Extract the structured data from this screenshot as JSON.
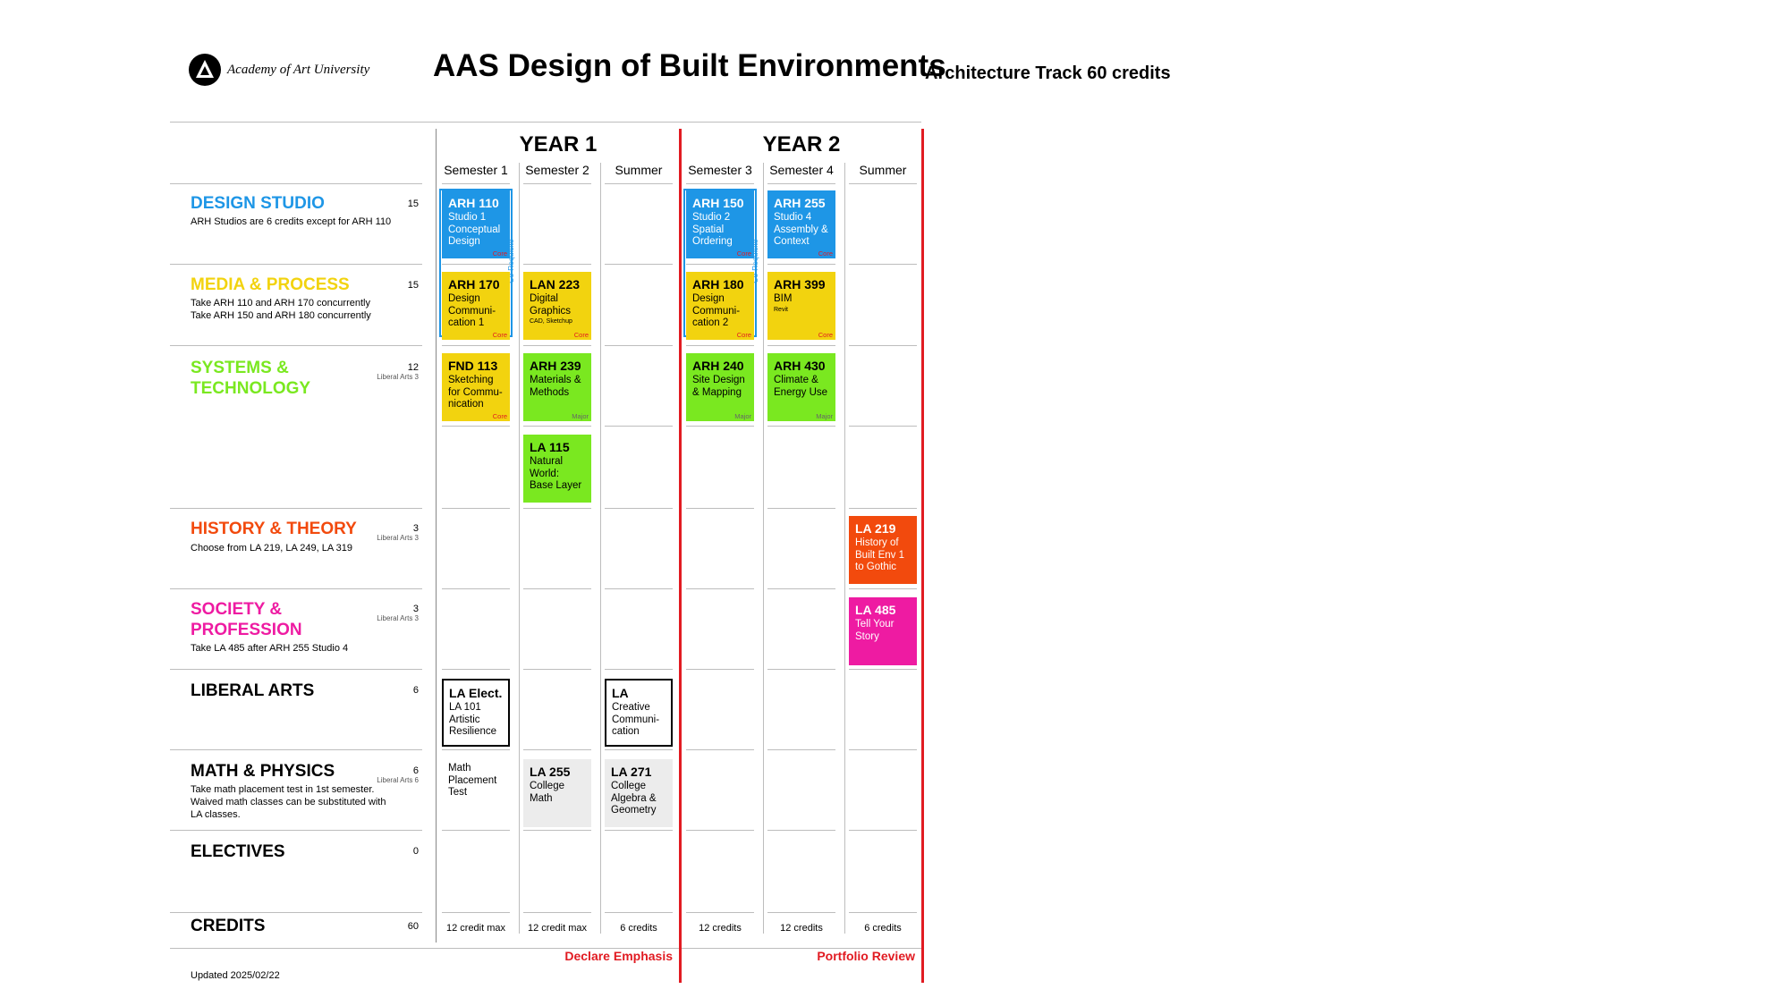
{
  "header": {
    "logo_text": "Academy of Art University",
    "title": "AAS Design of Built Environments",
    "subtitle": "Architecture Track 60 credits"
  },
  "years": [
    "YEAR 1",
    "YEAR 2"
  ],
  "columns": [
    "Semester 1",
    "Semester 2",
    "Summer",
    "Semester 3",
    "Semester 4",
    "Summer"
  ],
  "categories": [
    {
      "name": "DESIGN STUDIO",
      "color": "#1e96e6",
      "credits": "15",
      "note": "ARH Studios are 6 credits except for ARH 110",
      "la": ""
    },
    {
      "name": "MEDIA & PROCESS",
      "color": "#f2d30f",
      "credits": "15",
      "note": "Take ARH 110 and ARH 170 concurrently\nTake ARH 150 and ARH 180 concurrently",
      "la": ""
    },
    {
      "name": "SYSTEMS &\nTECHNOLOGY",
      "color": "#7ae820",
      "credits": "12",
      "note": "",
      "la": "Liberal Arts 3"
    },
    {
      "name": "HISTORY & THEORY",
      "color": "#f24a0d",
      "credits": "3",
      "note": "Choose from LA 219, LA 249, LA 319",
      "la": "Liberal Arts 3"
    },
    {
      "name": "SOCIETY &\nPROFESSION",
      "color": "#ee1ba2",
      "credits": "3",
      "note": "Take LA 485 after ARH 255 Studio 4",
      "la": "Liberal Arts 3"
    },
    {
      "name": "LIBERAL ARTS",
      "color": "#000000",
      "credits": "6",
      "note": "",
      "la": ""
    },
    {
      "name": "MATH & PHYSICS",
      "color": "#000000",
      "credits": "6",
      "note": "Take math placement test in 1st semester.\nWaived math classes can be substituted with\nLA classes.",
      "la": "Liberal Arts 6"
    },
    {
      "name": "ELECTIVES",
      "color": "#000000",
      "credits": "0",
      "note": "",
      "la": ""
    },
    {
      "name": "CREDITS",
      "color": "#000000",
      "credits": "60",
      "note": "",
      "la": ""
    }
  ],
  "courses": [
    {
      "code": "ARH 110",
      "name": "Studio 1\nConceptual\nDesign",
      "note": "",
      "tag": "Core",
      "style": "blue"
    },
    {
      "code": "ARH 150",
      "name": "Studio 2\nSpatial\nOrdering",
      "note": "",
      "tag": "Core",
      "style": "blue"
    },
    {
      "code": "ARH 255",
      "name": "Studio 4\nAssembly &\nContext",
      "note": "",
      "tag": "Core",
      "style": "blue"
    },
    {
      "code": "ARH 170",
      "name": "Design\nCommuni-\ncation 1",
      "note": "",
      "tag": "Core",
      "style": "yellow"
    },
    {
      "code": "LAN 223",
      "name": "Digital\nGraphics",
      "note": "CAD, Sketchup",
      "tag": "Core",
      "style": "yellow"
    },
    {
      "code": "ARH 180",
      "name": "Design\nCommuni-\ncation 2",
      "note": "",
      "tag": "Core",
      "style": "yellow"
    },
    {
      "code": "ARH 399",
      "name": "BIM",
      "note": "Revit",
      "tag": "Core",
      "style": "yellow"
    },
    {
      "code": "FND 113",
      "name": "Sketching\nfor Commu-\nnication",
      "note": "",
      "tag": "Core",
      "style": "yellow"
    },
    {
      "code": "ARH 239",
      "name": "Materials &\nMethods",
      "note": "",
      "tag": "Major",
      "style": "green"
    },
    {
      "code": "ARH 240",
      "name": "Site Design\n& Mapping",
      "note": "",
      "tag": "Major",
      "style": "green"
    },
    {
      "code": "ARH 430",
      "name": "Climate &\nEnergy Use",
      "note": "",
      "tag": "Major",
      "style": "green"
    },
    {
      "code": "LA 115",
      "name": "Natural\nWorld:\nBase Layer",
      "note": "",
      "tag": "",
      "style": "green"
    },
    {
      "code": "LA 219",
      "name": "History of\nBuilt Env 1\nto Gothic",
      "note": "",
      "tag": "",
      "style": "orange"
    },
    {
      "code": "LA 485",
      "name": "Tell Your\nStory",
      "note": "",
      "tag": "",
      "style": "pink"
    },
    {
      "code": "LA Elect.",
      "name": "LA 101\nArtistic\nResilience",
      "note": "",
      "tag": "",
      "style": "white"
    },
    {
      "code": "LA",
      "name": "Creative\nCommuni-\ncation",
      "note": "",
      "tag": "",
      "style": "white"
    },
    {
      "code": "",
      "name": "Math\nPlacement\nTest",
      "note": "",
      "tag": "",
      "style": "plain"
    },
    {
      "code": "LA 255",
      "name": "College\nMath",
      "note": "",
      "tag": "",
      "style": "gray"
    },
    {
      "code": "LA 271",
      "name": "College\nAlgebra &\nGeometry",
      "note": "",
      "tag": "",
      "style": "gray"
    }
  ],
  "corequisite_label": "Co-Requisite",
  "credit_totals": [
    "12 credit max",
    "12 credit max",
    "6 credits",
    "12 credits",
    "12 credits",
    "6 credits"
  ],
  "milestones": [
    "Declare Emphasis",
    "Portfolio Review"
  ],
  "updated": "Updated 2025/02/22"
}
